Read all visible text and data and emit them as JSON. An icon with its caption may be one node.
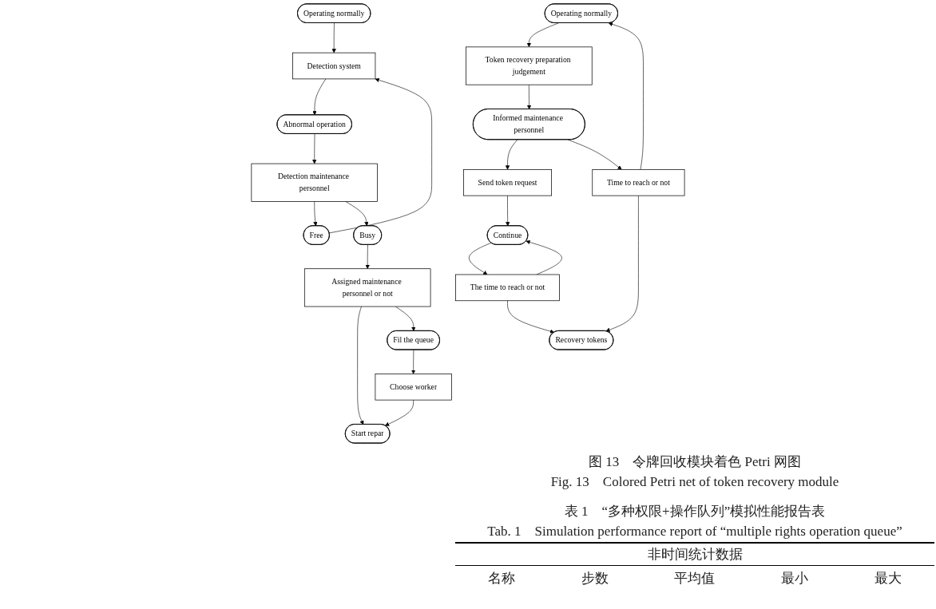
{
  "diagram": {
    "nodes": [
      {
        "text": [
          "Operating normally"
        ]
      },
      {
        "text": [
          "Detection system"
        ]
      },
      {
        "text": [
          "Abnormal operation"
        ]
      },
      {
        "text": [
          "Detection maintenance personnel"
        ]
      },
      {
        "text": [
          "Free"
        ]
      },
      {
        "text": [
          "Busy"
        ]
      },
      {
        "text": [
          "Assigned maintenance personnel or not"
        ]
      },
      {
        "text": [
          "Start repar"
        ]
      },
      {
        "text": [
          "Fil the queue"
        ]
      },
      {
        "text": [
          "Choose worker"
        ]
      },
      {
        "text": [
          "Operating normally"
        ]
      },
      {
        "text": [
          "Token recovery preparation judgement"
        ]
      },
      {
        "text": [
          "Informed maintenance personnel"
        ]
      },
      {
        "text": [
          "Send token request"
        ]
      },
      {
        "text": [
          "Time to reach or not"
        ]
      },
      {
        "text": [
          "Continue"
        ]
      },
      {
        "text": [
          "Recovery tokens"
        ]
      },
      {
        "text": [
          "The time to reach or not"
        ]
      }
    ],
    "edges": [
      {
        "from": 0,
        "to": 1,
        "arrow": "to"
      },
      {
        "from": 1,
        "to": 2,
        "arrow": "to"
      },
      {
        "from": 2,
        "to": 3,
        "arrow": "to"
      },
      {
        "from": 3,
        "to": 4,
        "arrow": "to"
      },
      {
        "from": 4,
        "to": 1,
        "arrow": "to"
      },
      {
        "from": 3,
        "to": 5,
        "arrow": "to"
      },
      {
        "from": 5,
        "to": 6,
        "arrow": "to"
      },
      {
        "from": 6,
        "to": 7,
        "arrow": "to"
      },
      {
        "from": 6,
        "to": 8,
        "arrow": "to"
      },
      {
        "from": 8,
        "to": 9,
        "arrow": "to"
      },
      {
        "from": 9,
        "to": 7,
        "arrow": "to"
      },
      {
        "from": 10,
        "to": 11,
        "arrow": "to"
      },
      {
        "from": 11,
        "to": 12,
        "arrow": "to"
      },
      {
        "from": 12,
        "to": 13,
        "arrow": "to"
      },
      {
        "from": 12,
        "to": 14,
        "arrow": "to"
      },
      {
        "from": 14,
        "to": 10,
        "arrow": "to"
      },
      {
        "from": 13,
        "to": 15,
        "arrow": "to"
      },
      {
        "from": 14,
        "to": 16,
        "arrow": "to"
      },
      {
        "from": 15,
        "to": 17,
        "arrow": "to"
      },
      {
        "from": 17,
        "to": 15,
        "arrow": "to"
      },
      {
        "from": 17,
        "to": 16,
        "arrow": "to"
      }
    ],
    "labels": [
      "图 13　令牌回收模块着色 Petri 网图",
      "Fig. 13　Colored Petri net of token recovery module",
      "表 1　“多种权限+操作队列”模拟性能报告表",
      "Tab. 1　Simulation performance report of “multiple rights operation queue”",
      "非时间统计数据",
      "名称",
      "步数",
      "平均值",
      "最小",
      "最大"
    ]
  }
}
